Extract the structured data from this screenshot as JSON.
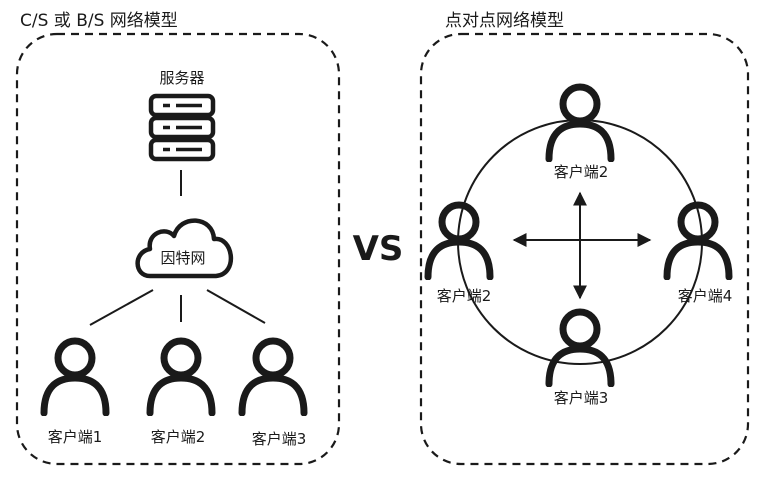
{
  "left_panel": {
    "title": "C/S 或 B/S 网络模型",
    "server_label": "服务器",
    "cloud_label": "因特网",
    "clients": [
      "客户端1",
      "客户端2",
      "客户端3"
    ]
  },
  "vs_label": "VS",
  "right_panel": {
    "title": "点对点网络模型",
    "peers": {
      "top": "客户端2",
      "left": "客户端2",
      "right": "客户端4",
      "bottom": "客户端3"
    }
  },
  "icons": {
    "server": "server-icon",
    "cloud": "cloud-icon",
    "user": "person-icon",
    "arrow": "double-arrow"
  },
  "colors": {
    "stroke": "#1a1a1a",
    "background": "#ffffff"
  }
}
